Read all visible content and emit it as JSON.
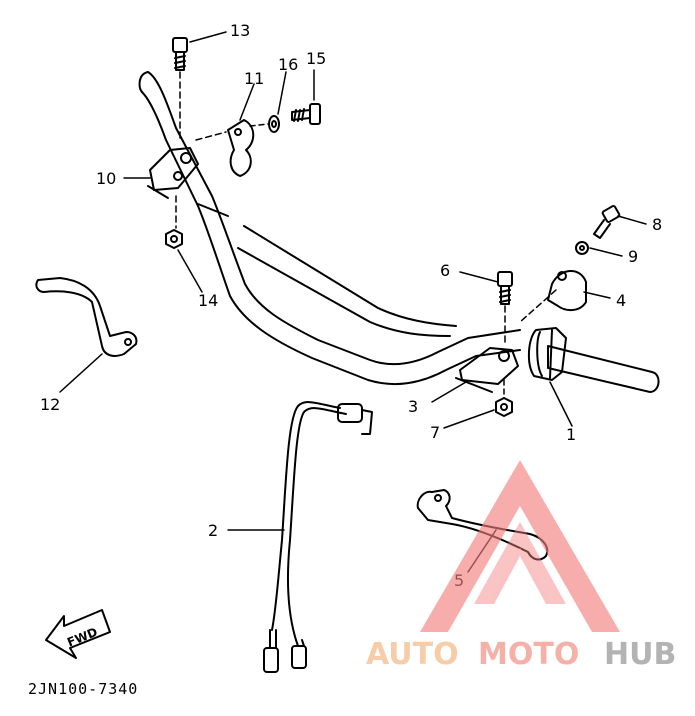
{
  "diagram": {
    "callouts": [
      {
        "id": "1",
        "label": "1"
      },
      {
        "id": "2",
        "label": "2"
      },
      {
        "id": "3",
        "label": "3"
      },
      {
        "id": "4",
        "label": "4"
      },
      {
        "id": "5",
        "label": "5"
      },
      {
        "id": "6",
        "label": "6"
      },
      {
        "id": "7",
        "label": "7"
      },
      {
        "id": "8",
        "label": "8"
      },
      {
        "id": "9",
        "label": "9"
      },
      {
        "id": "10",
        "label": "10"
      },
      {
        "id": "11",
        "label": "11"
      },
      {
        "id": "12",
        "label": "12"
      },
      {
        "id": "13",
        "label": "13"
      },
      {
        "id": "14",
        "label": "14"
      },
      {
        "id": "15",
        "label": "15"
      },
      {
        "id": "16",
        "label": "16"
      }
    ],
    "direction_label": "FWD",
    "part_code": "2JN100-7340"
  },
  "watermark": {
    "part1": "AUTO",
    "part2": "MOTO",
    "part3": "HUB",
    "colors": {
      "auto": "#f6c49a",
      "moto": "#f4a49a",
      "hub": "#a6a6a6",
      "triangle": "#f47f7f"
    }
  }
}
